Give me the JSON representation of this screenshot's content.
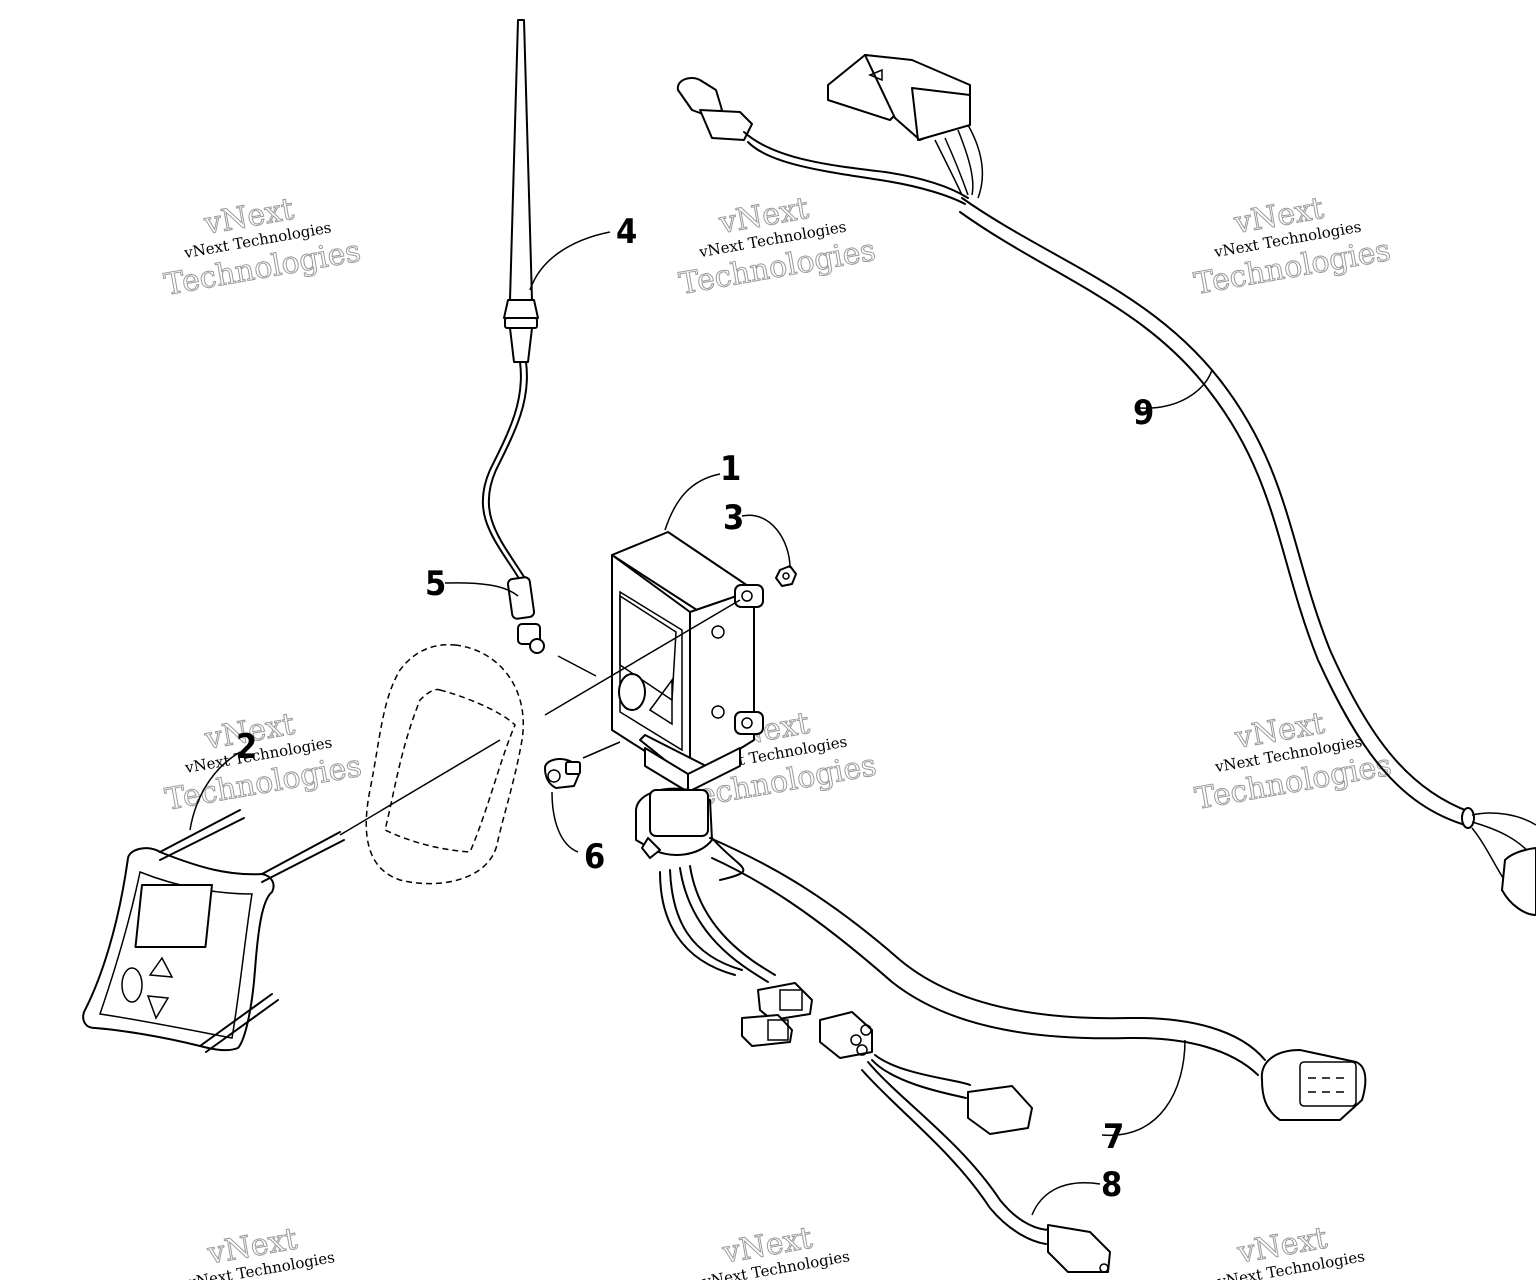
{
  "callouts": [
    {
      "id": "1",
      "label": "1"
    },
    {
      "id": "2",
      "label": "2"
    },
    {
      "id": "3",
      "label": "3"
    },
    {
      "id": "4",
      "label": "4"
    },
    {
      "id": "5",
      "label": "5"
    },
    {
      "id": "6",
      "label": "6"
    },
    {
      "id": "7",
      "label": "7"
    },
    {
      "id": "8",
      "label": "8"
    },
    {
      "id": "9",
      "label": "9"
    }
  ],
  "watermark": {
    "line_small": "vNext Technologies",
    "line_big_1": "vNext",
    "line_big_2": "Technologies"
  }
}
